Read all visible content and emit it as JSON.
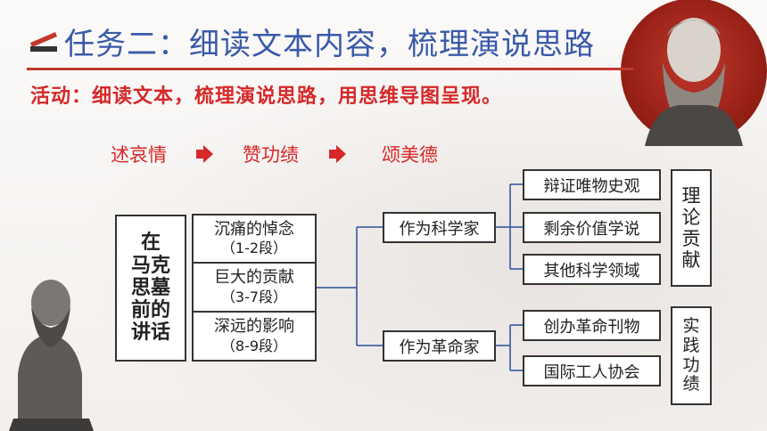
{
  "title": "任务二：细读文本内容，梳理演说思路",
  "activity": "活动：细读文本，梳理演说思路，用思维导图呈现。",
  "sequence": [
    "述哀情",
    "赞功绩",
    "颂美德"
  ],
  "root": [
    "在",
    "马克",
    "思墓",
    "前的",
    "讲话"
  ],
  "sections": [
    {
      "label": "沉痛的悼念",
      "range": "（1-2段）"
    },
    {
      "label": "巨大的贡献",
      "range": "（3-7段）"
    },
    {
      "label": "深远的影响",
      "range": "（8-9段）"
    }
  ],
  "roles": {
    "scientist": "作为科学家",
    "revolutionary": "作为革命家"
  },
  "contributions": {
    "science": [
      "辩证唯物史观",
      "剩余价值学说",
      "其他科学领域"
    ],
    "revolution": [
      "创办革命刊物",
      "国际工人协会"
    ]
  },
  "summaries": {
    "theory": [
      "理",
      "论",
      "贡",
      "献"
    ],
    "practice": [
      "实",
      "践",
      "功",
      "绩"
    ]
  },
  "colors": {
    "accent": "#d62828",
    "title": "#3a5aa8"
  },
  "icons": [
    "book-icon",
    "arrow-right-icon",
    "engels-portrait",
    "marx-statue"
  ]
}
